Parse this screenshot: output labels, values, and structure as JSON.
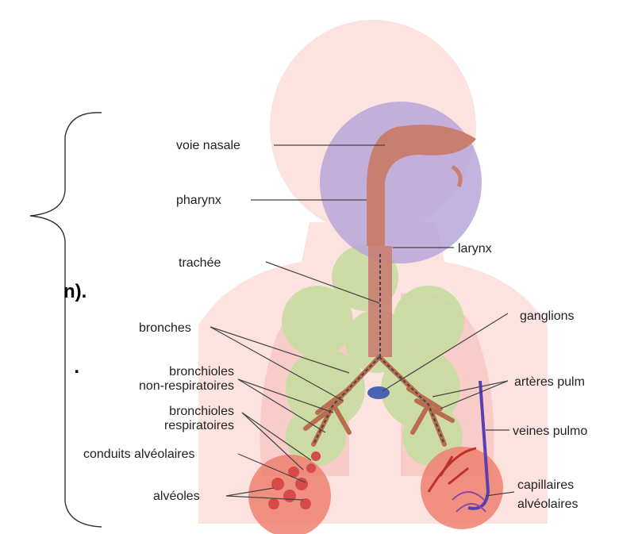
{
  "side_text": {
    "line1_tail": "n).",
    "line2_tail": "."
  },
  "labels": {
    "voie_nasale": "voie nasale",
    "pharynx": "pharynx",
    "larynx": "larynx",
    "trachee": "trachée",
    "bronches": "bronches",
    "ganglions": "ganglions",
    "bronchioles_nr_1": "bronchioles",
    "bronchioles_nr_2": "non-respiratoires",
    "bronchioles_r_1": "bronchioles",
    "bronchioles_r_2": "respiratoires",
    "conduits": "conduits alvéolaires",
    "alveoles": "alvéoles",
    "arteres": "artères pulm",
    "veines": "veines pulmo",
    "capillaires_1": "capillaires",
    "capillaires_2": "alvéolaires"
  },
  "colors": {
    "body_silhouette": "#fde3e0",
    "head_circle": "#b7a7d8",
    "lungs": "#f7c9c4",
    "lobes": "#c8dca0",
    "airway": "#c07a6c",
    "node": "#4a63b0",
    "alveoli_circle": "#ef8070",
    "artery": "#c0302a",
    "vein": "#5a3fb0"
  }
}
